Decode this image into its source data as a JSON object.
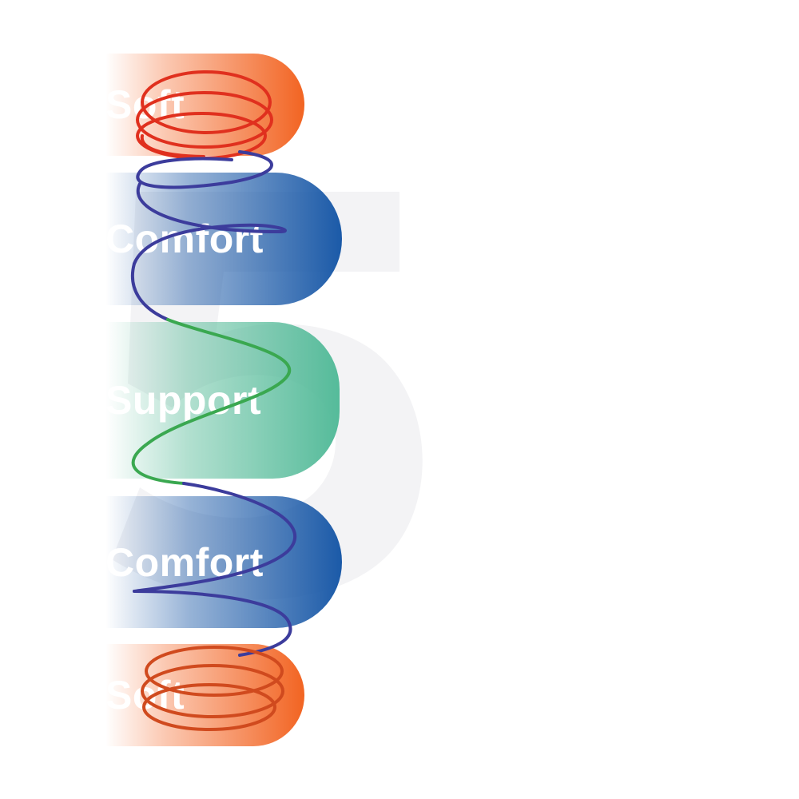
{
  "layers": [
    {
      "id": "soft-top",
      "label": "Soft",
      "type": "soft",
      "color": "#f26422"
    },
    {
      "id": "comfort-1",
      "label": "Comfort",
      "type": "comfort",
      "color": "#1b5aa8"
    },
    {
      "id": "support-mid",
      "label": "Support",
      "type": "support",
      "color": "#55bb9a"
    },
    {
      "id": "comfort-2",
      "label": "Comfort",
      "type": "comfort",
      "color": "#1b5aa8"
    },
    {
      "id": "soft-bottom",
      "label": "Soft",
      "type": "soft",
      "color": "#f26422"
    }
  ],
  "spring": {
    "icon": "coil-spring-icon",
    "colors": {
      "top": "#e0301e",
      "comfort": "#3c3c9c",
      "support": "#3aa850",
      "bottom": "#d04a1e"
    }
  },
  "watermark": {
    "icon": "digit-5-watermark-icon"
  }
}
